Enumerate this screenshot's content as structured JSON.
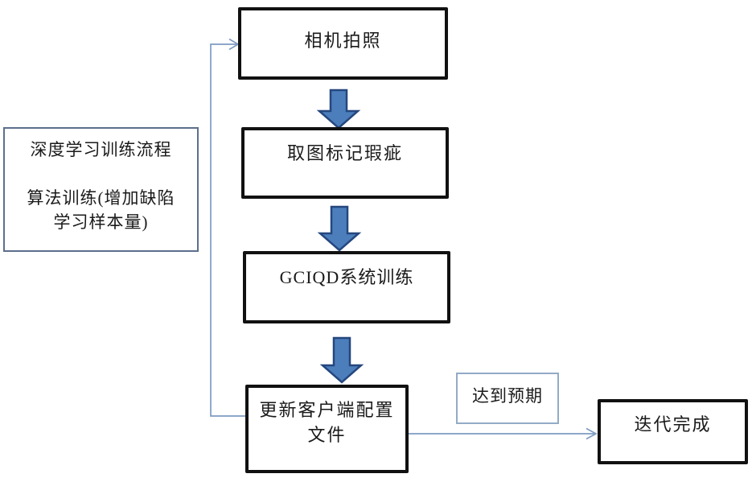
{
  "diagram": {
    "nodes": {
      "camera": {
        "label": "相机拍照"
      },
      "mark_defects": {
        "label": "取图标记瑕疵"
      },
      "system_training": {
        "label": "GCIQD系统训练"
      },
      "update_config": {
        "line1": "更新客户端配置",
        "line2": "文件"
      },
      "iteration_done": {
        "label": "迭代完成"
      }
    },
    "side_note": {
      "line1": "深度学习训练流程",
      "line2": "算法训练(增加缺陷",
      "line3": "学习样本量)"
    },
    "edge_labels": {
      "expectation": "达到预期"
    },
    "colors": {
      "node_border": "#111111",
      "side_note_border": "#5d6f8c",
      "expectation_border": "#92abc6",
      "connector_line": "#7e9bc2",
      "block_arrow_fill": "#4d7ebc",
      "block_arrow_stroke": "#25477e",
      "background": "#ffffff",
      "text": "#1a1a1a"
    }
  }
}
